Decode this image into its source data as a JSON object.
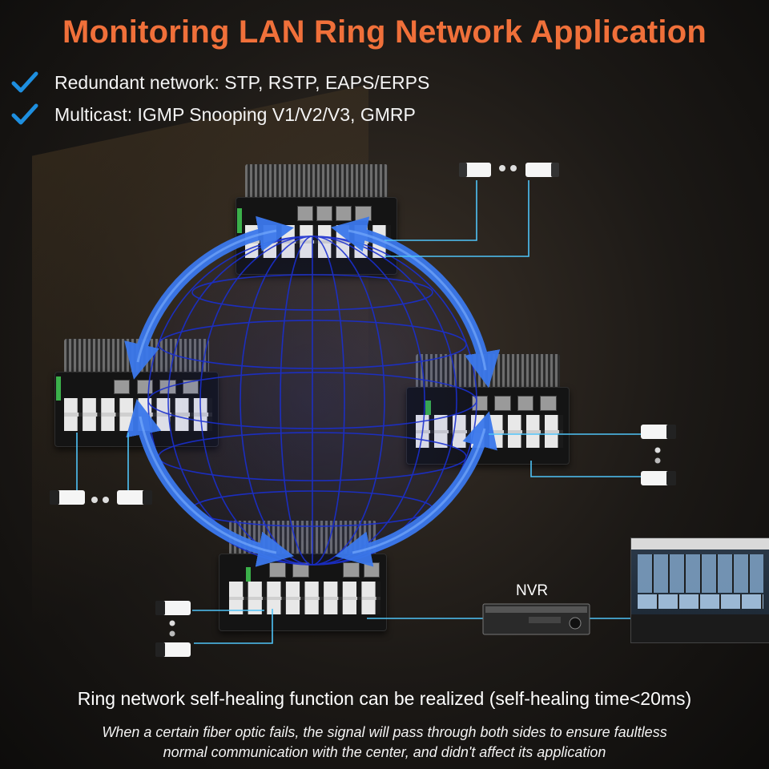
{
  "title": "Monitoring LAN Ring Network Application",
  "features": [
    "Redundant network: STP, RSTP, EAPS/ERPS",
    "Multicast: IGMP Snooping V1/V2/V3, GMRP"
  ],
  "nvr_label": "NVR",
  "caption_main": "Ring network self-healing function can be realized (self-healing time<20ms)",
  "caption_sub_line1": "When a certain fiber optic fails, the signal will pass through both sides to ensure faultless",
  "caption_sub_line2": "normal communication with the center, and didn't affect its application",
  "colors": {
    "title": "#f0703a",
    "check": "#1e8fe0",
    "ring": "#2f6fe6",
    "link": "#4fc3f7",
    "globe": "#1a2fd0"
  },
  "icons": [
    "check-icon",
    "ring-arrow-icon",
    "globe-icon",
    "camera-icon",
    "switch-icon",
    "nvr-icon"
  ]
}
